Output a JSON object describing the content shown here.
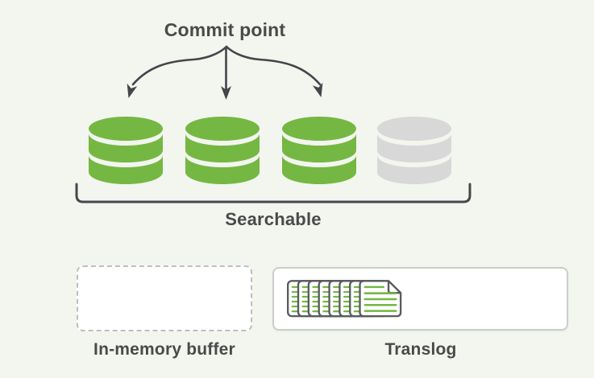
{
  "diagram": {
    "title": "Commit point",
    "searchable_label": "Searchable",
    "buffer_label": "In-memory buffer",
    "translog_label": "Translog"
  },
  "colors": {
    "background": "#f3f5ef",
    "segment_green": "#74b843",
    "segment_gray": "#d8d8d8",
    "label_ink": "#4a4a4a",
    "arrow_ink": "#43464a",
    "buffer_dashed_border": "#bfbfbf",
    "translog_box_border": "#cbcecb",
    "translog_line_green": "#74b843"
  },
  "segments": {
    "items": [
      {
        "name": "segment-1",
        "color": "#74b843"
      },
      {
        "name": "segment-2",
        "color": "#74b843"
      },
      {
        "name": "segment-3",
        "color": "#74b843"
      },
      {
        "name": "segment-4",
        "color": "#d8d8d8"
      }
    ],
    "arrow_target_count": 3
  },
  "translog_icon": {
    "name": "translog-pages-icon",
    "visible_pages": 8
  }
}
